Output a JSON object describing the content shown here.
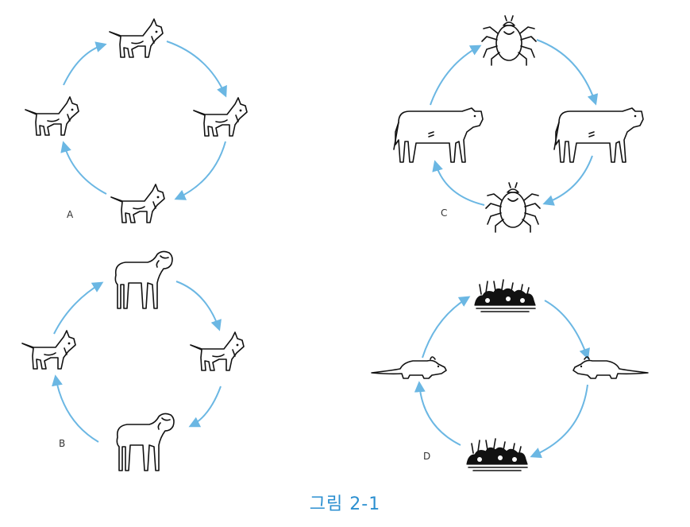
{
  "panels": [
    {
      "label": "A",
      "hosts": [
        "dog",
        "dog",
        "dog",
        "dog"
      ]
    },
    {
      "label": "B",
      "hosts": [
        "sheep",
        "dog",
        "sheep",
        "dog"
      ]
    },
    {
      "label": "C",
      "hosts": [
        "tick",
        "cow",
        "tick",
        "cow"
      ]
    },
    {
      "label": "D",
      "hosts": [
        "soil",
        "rodent",
        "soil",
        "rodent"
      ]
    }
  ],
  "caption": "그림 2-1",
  "colors": {
    "arrow": "#6bb7e3",
    "caption": "#2b8fd0",
    "ink": "#111111",
    "label": "#333333"
  }
}
